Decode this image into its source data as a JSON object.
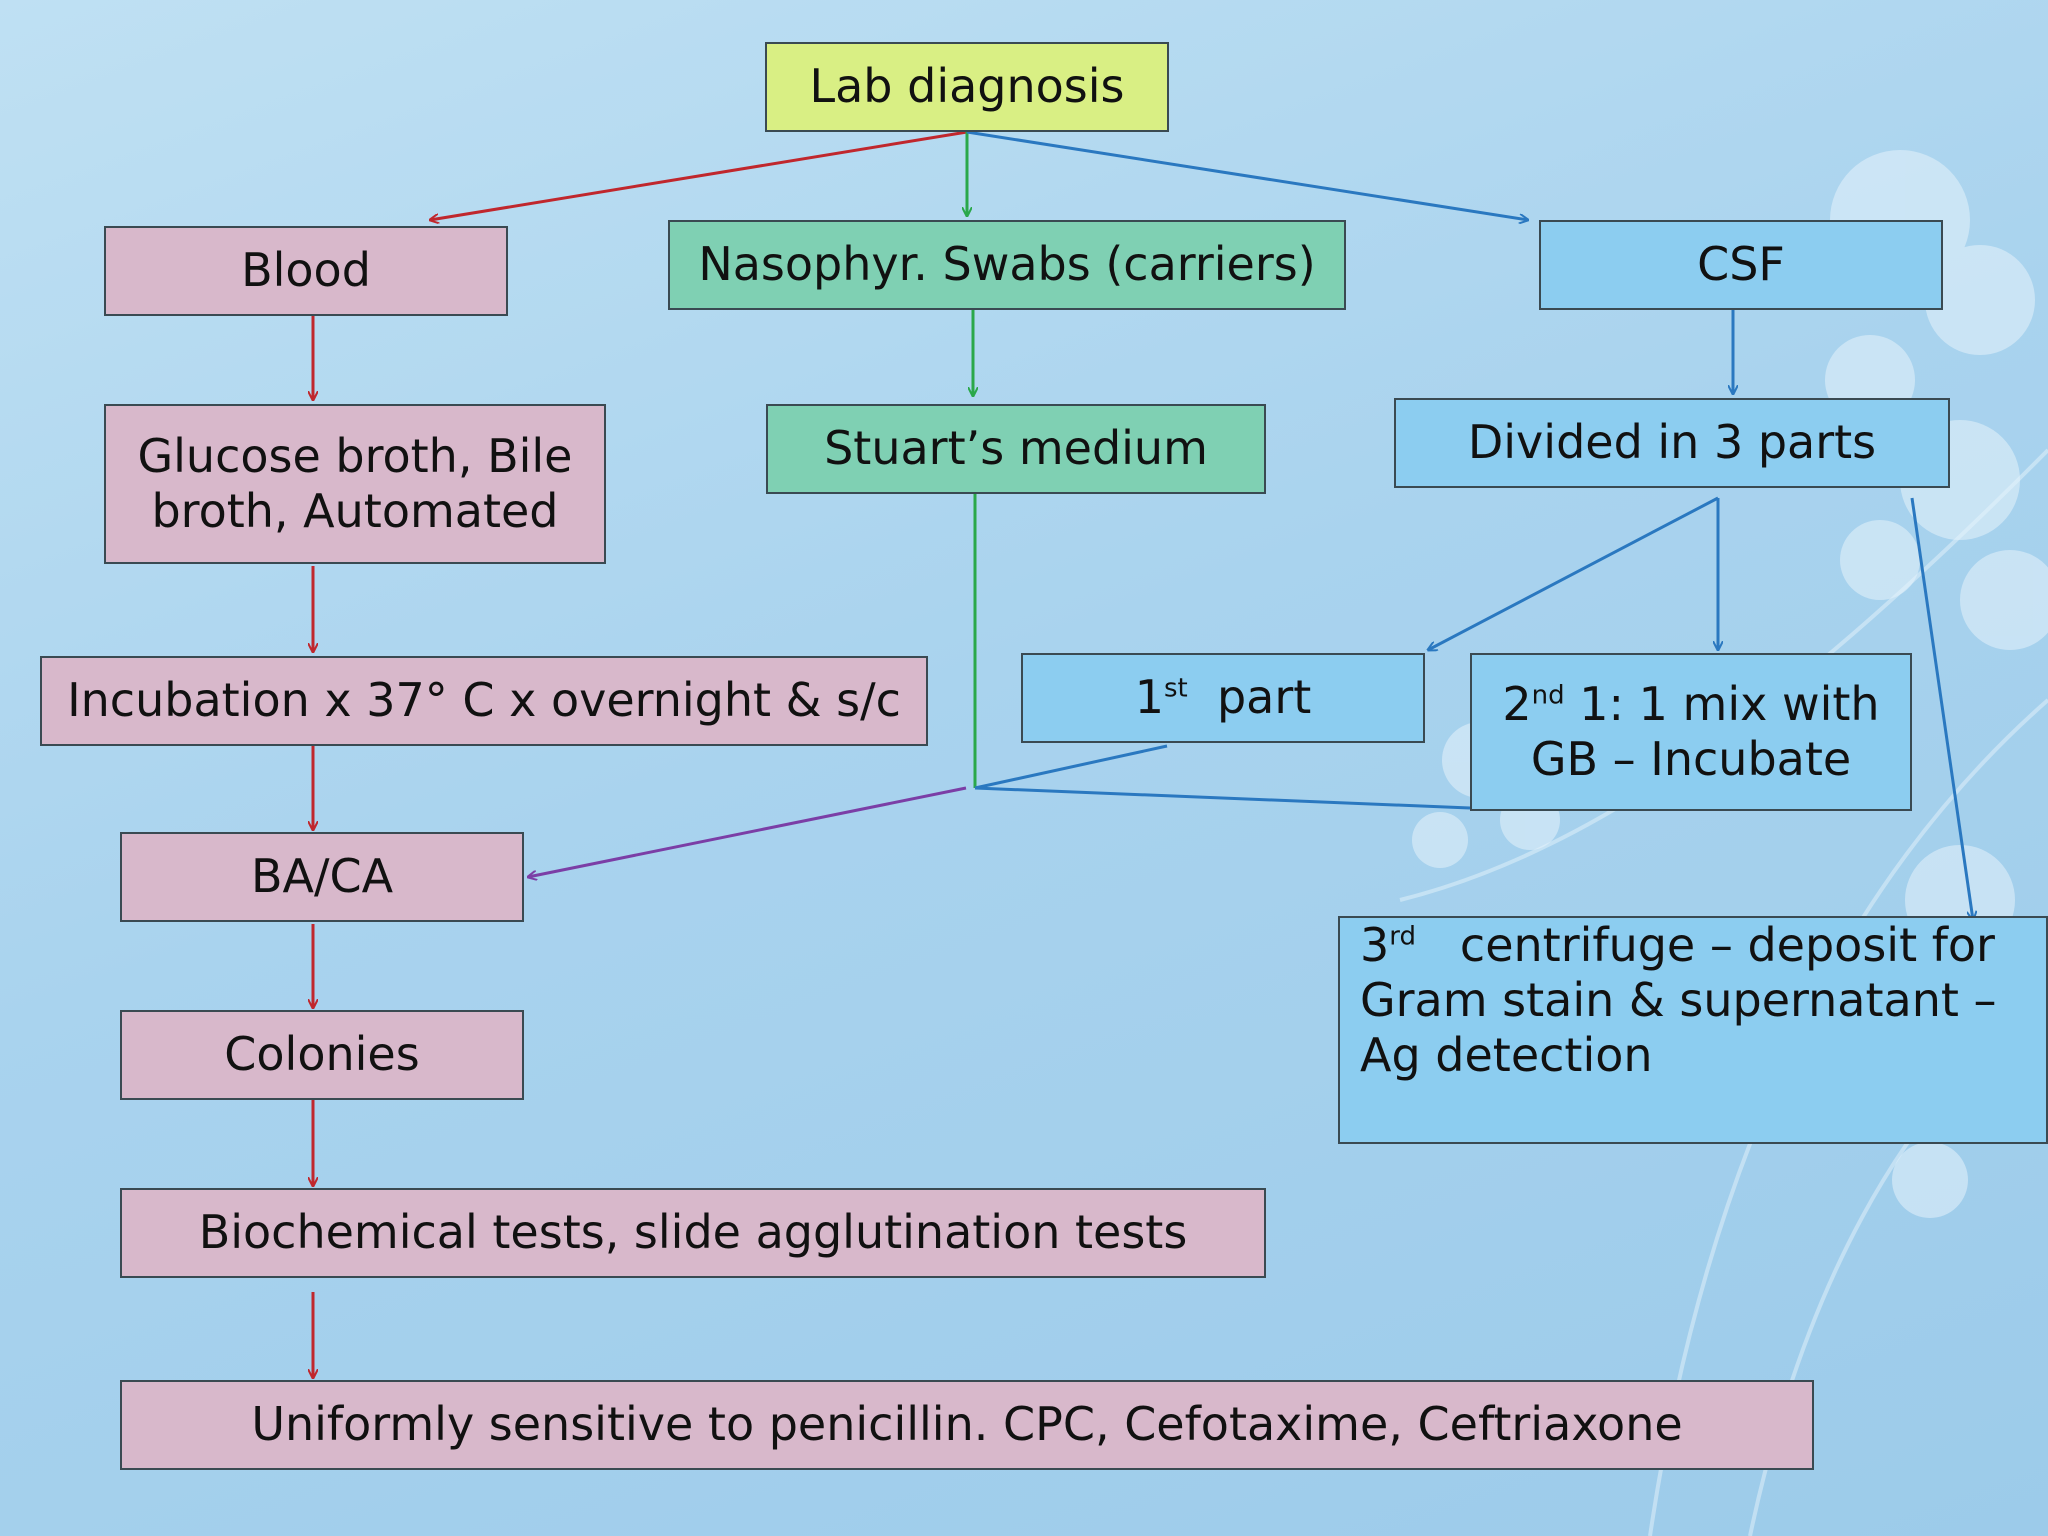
{
  "diagram": {
    "colors": {
      "red_arrow": "#c0272d",
      "green_arrow": "#2aa84a",
      "blue_arrow": "#2a78c0",
      "purple_arrow": "#7b3ea6"
    },
    "nodes": {
      "root": "Lab diagnosis",
      "blood": "Blood",
      "swabs": "Nasophyr. Swabs (carriers)",
      "csf": "CSF",
      "broth_line1": "Glucose broth, Bile",
      "broth_line2": "broth, Automated",
      "stuart": "Stuart’s medium",
      "divided": "Divided in 3 parts",
      "incubation": "Incubation x 37°  C x overnight  & s/c",
      "part1_num": "1",
      "part1_sup": "st",
      "part1_text": "part",
      "part2_num": "2",
      "part2_sup": "nd",
      "part2_line1": "1: 1 mix with",
      "part2_line2": "GB – Incubate",
      "bacA": "BA/CA",
      "part3_num": "3",
      "part3_sup": "rd",
      "part3_line1": "centrifuge – deposit for",
      "part3_line2": "Gram stain & supernatant –",
      "part3_line3": "Ag detection",
      "colonies": "Colonies",
      "biochem": "Biochemical tests, slide agglutination tests",
      "sensitive": "Uniformly sensitive to penicillin. CPC, Cefotaxime, Ceftriaxone"
    }
  }
}
